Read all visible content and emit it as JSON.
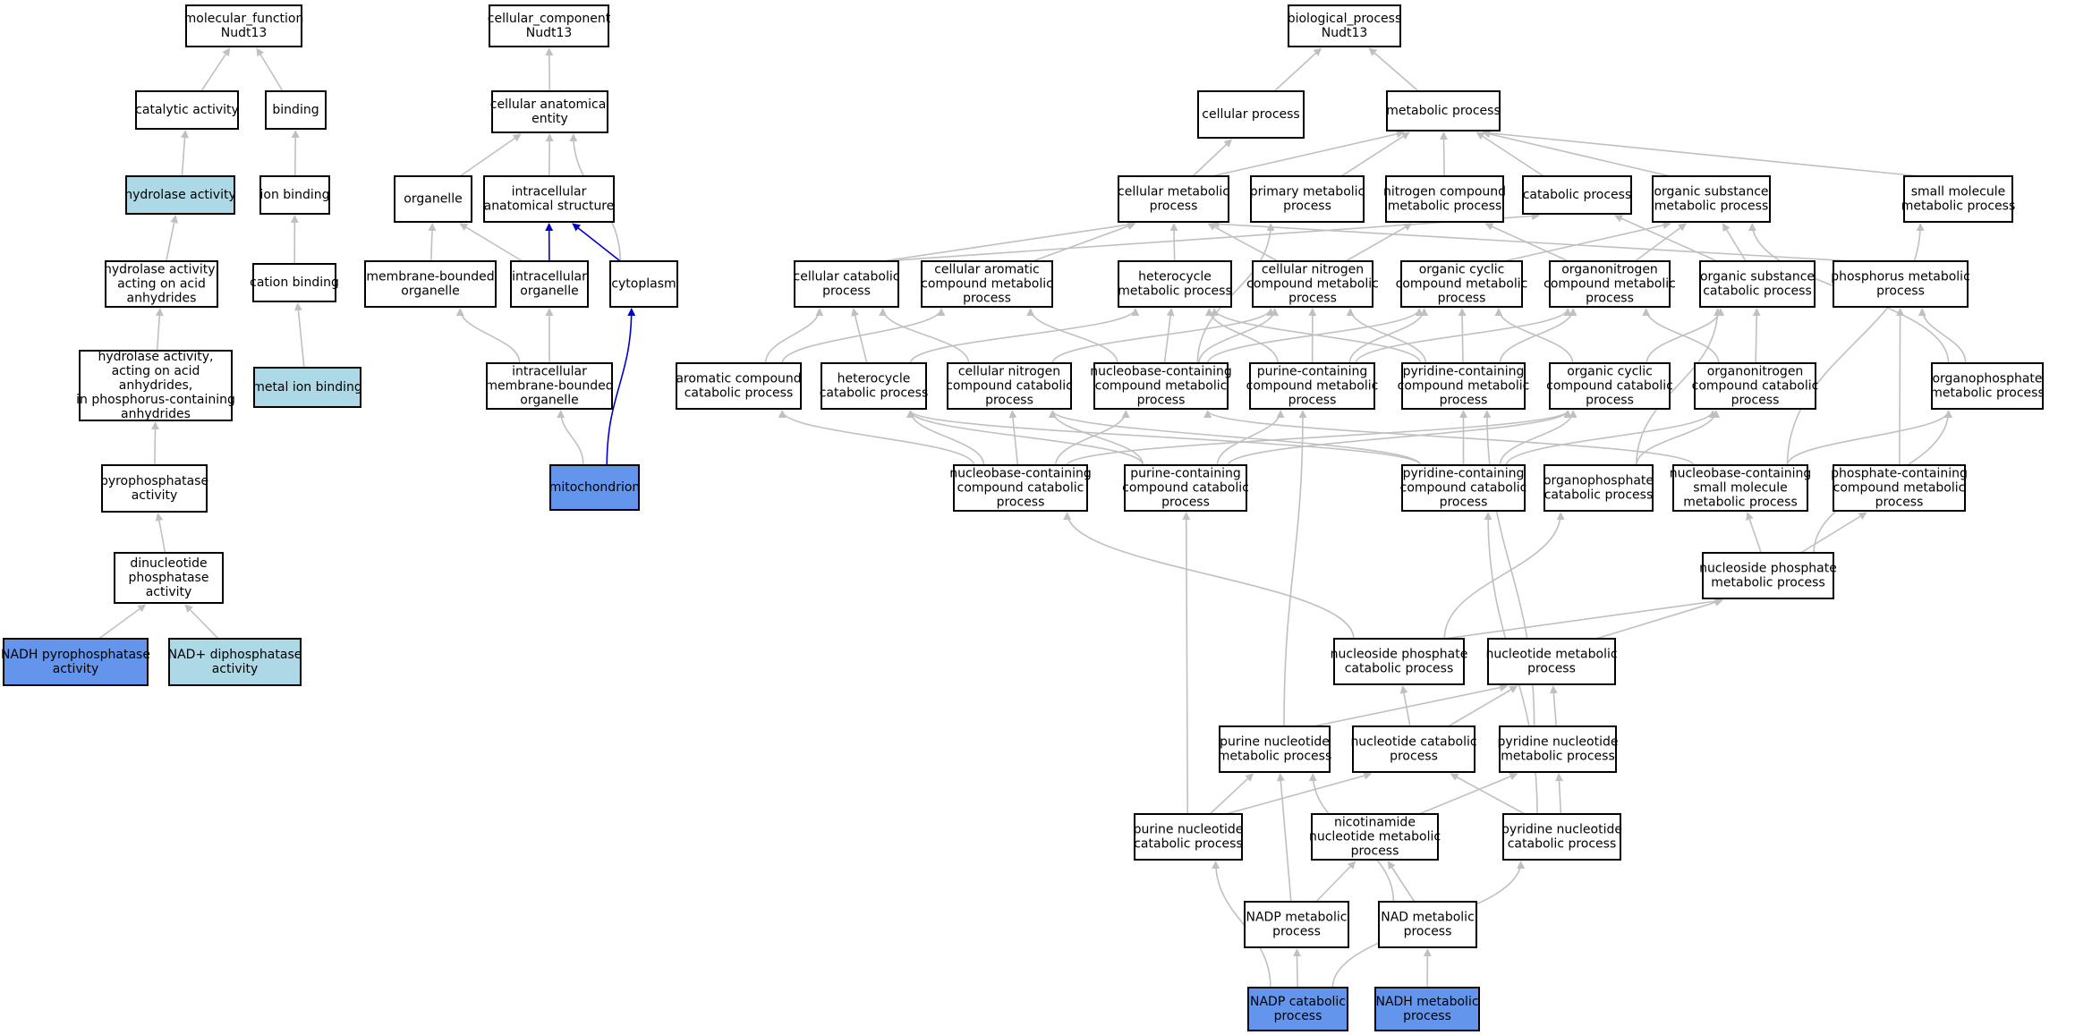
{
  "colors": {
    "default": "#ffffff",
    "light": "#add8e6",
    "highlight": "#6495ed",
    "edge_gray": "#c0c0c0",
    "edge_blue": "#0000cd"
  },
  "nodes": [
    {
      "id": "mf",
      "lines": [
        "molecular_function",
        "Nudt13"
      ],
      "fill": "default"
    },
    {
      "id": "catalytic",
      "lines": [
        "catalytic activity"
      ],
      "fill": "default"
    },
    {
      "id": "binding",
      "lines": [
        "binding"
      ],
      "fill": "default"
    },
    {
      "id": "hydrolase",
      "lines": [
        "hydrolase activity"
      ],
      "fill": "light"
    },
    {
      "id": "ionbinding",
      "lines": [
        "ion binding"
      ],
      "fill": "default"
    },
    {
      "id": "hydroacid",
      "lines": [
        "hydrolase activity,",
        "acting on acid",
        "anhydrides"
      ],
      "fill": "default"
    },
    {
      "id": "cationbinding",
      "lines": [
        "cation binding"
      ],
      "fill": "default"
    },
    {
      "id": "hydrophos",
      "lines": [
        "hydrolase activity,",
        "acting on acid",
        "anhydrides,",
        "in phosphorus-containing",
        "anhydrides"
      ],
      "fill": "default"
    },
    {
      "id": "metalion",
      "lines": [
        "metal ion binding"
      ],
      "fill": "light"
    },
    {
      "id": "pyrophos",
      "lines": [
        "pyrophosphatase",
        "activity"
      ],
      "fill": "default"
    },
    {
      "id": "dinuc",
      "lines": [
        "dinucleotide",
        "phosphatase",
        "activity"
      ],
      "fill": "default"
    },
    {
      "id": "nadhpyro",
      "lines": [
        "NADH pyrophosphatase",
        "activity"
      ],
      "fill": "highlight"
    },
    {
      "id": "naddiphos",
      "lines": [
        "NAD+ diphosphatase",
        "activity"
      ],
      "fill": "light"
    },
    {
      "id": "cc",
      "lines": [
        "cellular_component",
        "Nudt13"
      ],
      "fill": "default"
    },
    {
      "id": "cae",
      "lines": [
        "cellular anatomical",
        "entity"
      ],
      "fill": "default"
    },
    {
      "id": "organelle",
      "lines": [
        "organelle"
      ],
      "fill": "default"
    },
    {
      "id": "ias",
      "lines": [
        "intracellular",
        "anatomical structure"
      ],
      "fill": "default"
    },
    {
      "id": "mbo",
      "lines": [
        "membrane-bounded",
        "organelle"
      ],
      "fill": "default"
    },
    {
      "id": "io",
      "lines": [
        "intracellular",
        "organelle"
      ],
      "fill": "default"
    },
    {
      "id": "cytoplasm",
      "lines": [
        "cytoplasm"
      ],
      "fill": "default"
    },
    {
      "id": "imbo",
      "lines": [
        "intracellular",
        "membrane-bounded",
        "organelle"
      ],
      "fill": "default"
    },
    {
      "id": "mito",
      "lines": [
        "mitochondrion"
      ],
      "fill": "highlight"
    },
    {
      "id": "bp",
      "lines": [
        "biological_process",
        "Nudt13"
      ],
      "fill": "default"
    },
    {
      "id": "cellproc",
      "lines": [
        "cellular process"
      ],
      "fill": "default"
    },
    {
      "id": "metproc",
      "lines": [
        "metabolic process"
      ],
      "fill": "default"
    },
    {
      "id": "cellmet",
      "lines": [
        "cellular metabolic",
        "process"
      ],
      "fill": "default"
    },
    {
      "id": "primmet",
      "lines": [
        "primary metabolic",
        "process"
      ],
      "fill": "default"
    },
    {
      "id": "nitromet",
      "lines": [
        "nitrogen compound",
        "metabolic process"
      ],
      "fill": "default"
    },
    {
      "id": "catab",
      "lines": [
        "catabolic process"
      ],
      "fill": "default"
    },
    {
      "id": "orgsubmet",
      "lines": [
        "organic substance",
        "metabolic process"
      ],
      "fill": "default"
    },
    {
      "id": "smallmol",
      "lines": [
        "small molecule",
        "metabolic process"
      ],
      "fill": "default"
    },
    {
      "id": "cellcat",
      "lines": [
        "cellular catabolic",
        "process"
      ],
      "fill": "default"
    },
    {
      "id": "cellarom",
      "lines": [
        "cellular aromatic",
        "compound metabolic",
        "process"
      ],
      "fill": "default"
    },
    {
      "id": "hetmet",
      "lines": [
        "heterocycle",
        "metabolic process"
      ],
      "fill": "default"
    },
    {
      "id": "cellnitmet",
      "lines": [
        "cellular nitrogen",
        "compound metabolic",
        "process"
      ],
      "fill": "default"
    },
    {
      "id": "orgcycmet",
      "lines": [
        "organic cyclic",
        "compound metabolic",
        "process"
      ],
      "fill": "default"
    },
    {
      "id": "orgnitmet",
      "lines": [
        "organonitrogen",
        "compound metabolic",
        "process"
      ],
      "fill": "default"
    },
    {
      "id": "orgsubcat",
      "lines": [
        "organic substance",
        "catabolic process"
      ],
      "fill": "default"
    },
    {
      "id": "phosmet",
      "lines": [
        "phosphorus metabolic",
        "process"
      ],
      "fill": "default"
    },
    {
      "id": "aromcat",
      "lines": [
        "aromatic compound",
        "catabolic process"
      ],
      "fill": "default"
    },
    {
      "id": "hetcat",
      "lines": [
        "heterocycle",
        "catabolic process"
      ],
      "fill": "default"
    },
    {
      "id": "cellnitcat",
      "lines": [
        "cellular nitrogen",
        "compound catabolic",
        "process"
      ],
      "fill": "default"
    },
    {
      "id": "nbcmet",
      "lines": [
        "nucleobase-containing",
        "compound metabolic",
        "process"
      ],
      "fill": "default"
    },
    {
      "id": "purcmet",
      "lines": [
        "purine-containing",
        "compound metabolic",
        "process"
      ],
      "fill": "default"
    },
    {
      "id": "pyrcmet",
      "lines": [
        "pyridine-containing",
        "compound metabolic",
        "process"
      ],
      "fill": "default"
    },
    {
      "id": "orgcyccat",
      "lines": [
        "organic cyclic",
        "compound catabolic",
        "process"
      ],
      "fill": "default"
    },
    {
      "id": "orgnitcat",
      "lines": [
        "organonitrogen",
        "compound catabolic",
        "process"
      ],
      "fill": "default"
    },
    {
      "id": "orgphosmet",
      "lines": [
        "organophosphate",
        "metabolic process"
      ],
      "fill": "default"
    },
    {
      "id": "nbccat",
      "lines": [
        "nucleobase-containing",
        "compound catabolic",
        "process"
      ],
      "fill": "default"
    },
    {
      "id": "purccat",
      "lines": [
        "purine-containing",
        "compound catabolic",
        "process"
      ],
      "fill": "default"
    },
    {
      "id": "pyrccat",
      "lines": [
        "pyridine-containing",
        "compound catabolic",
        "process"
      ],
      "fill": "default"
    },
    {
      "id": "orgphoscat",
      "lines": [
        "organophosphate",
        "catabolic process"
      ],
      "fill": "default"
    },
    {
      "id": "nbcsmall",
      "lines": [
        "nucleobase-containing",
        "small molecule",
        "metabolic process"
      ],
      "fill": "default"
    },
    {
      "id": "phoscmet",
      "lines": [
        "phosphate-containing",
        "compound metabolic",
        "process"
      ],
      "fill": "default"
    },
    {
      "id": "nucphosmet",
      "lines": [
        "nucleoside phosphate",
        "metabolic process"
      ],
      "fill": "default"
    },
    {
      "id": "nucphoscat",
      "lines": [
        "nucleoside phosphate",
        "catabolic process"
      ],
      "fill": "default"
    },
    {
      "id": "nucmet",
      "lines": [
        "nucleotide metabolic",
        "process"
      ],
      "fill": "default"
    },
    {
      "id": "purnucmet",
      "lines": [
        "purine nucleotide",
        "metabolic process"
      ],
      "fill": "default"
    },
    {
      "id": "nuccat",
      "lines": [
        "nucleotide catabolic",
        "process"
      ],
      "fill": "default"
    },
    {
      "id": "pyrnucmet",
      "lines": [
        "pyridine nucleotide",
        "metabolic process"
      ],
      "fill": "default"
    },
    {
      "id": "purnuccat",
      "lines": [
        "purine nucleotide",
        "catabolic process"
      ],
      "fill": "default"
    },
    {
      "id": "nicotin",
      "lines": [
        "nicotinamide",
        "nucleotide metabolic",
        "process"
      ],
      "fill": "default"
    },
    {
      "id": "pyrnuccat",
      "lines": [
        "pyridine nucleotide",
        "catabolic process"
      ],
      "fill": "default"
    },
    {
      "id": "nadpmet",
      "lines": [
        "NADP metabolic",
        "process"
      ],
      "fill": "default"
    },
    {
      "id": "nadmet",
      "lines": [
        "NAD metabolic",
        "process"
      ],
      "fill": "default"
    },
    {
      "id": "nadpcat",
      "lines": [
        "NADP catabolic",
        "process"
      ],
      "fill": "highlight"
    },
    {
      "id": "nadhmet",
      "lines": [
        "NADH metabolic",
        "process"
      ],
      "fill": "highlight"
    }
  ],
  "edges": [
    {
      "from": "catalytic",
      "to": "mf"
    },
    {
      "from": "binding",
      "to": "mf"
    },
    {
      "from": "hydrolase",
      "to": "catalytic"
    },
    {
      "from": "ionbinding",
      "to": "binding"
    },
    {
      "from": "hydroacid",
      "to": "hydrolase"
    },
    {
      "from": "cationbinding",
      "to": "ionbinding"
    },
    {
      "from": "hydrophos",
      "to": "hydroacid"
    },
    {
      "from": "metalion",
      "to": "cationbinding"
    },
    {
      "from": "pyrophos",
      "to": "hydrophos"
    },
    {
      "from": "dinuc",
      "to": "pyrophos"
    },
    {
      "from": "nadhpyro",
      "to": "dinuc"
    },
    {
      "from": "naddiphos",
      "to": "dinuc"
    },
    {
      "from": "cae",
      "to": "cc"
    },
    {
      "from": "organelle",
      "to": "cae"
    },
    {
      "from": "ias",
      "to": "cae"
    },
    {
      "from": "cytoplasm",
      "to": "cae"
    },
    {
      "from": "mbo",
      "to": "organelle"
    },
    {
      "from": "io",
      "to": "organelle"
    },
    {
      "from": "io",
      "to": "ias",
      "style": "blue"
    },
    {
      "from": "cytoplasm",
      "to": "ias",
      "style": "blue"
    },
    {
      "from": "imbo",
      "to": "mbo"
    },
    {
      "from": "imbo",
      "to": "io"
    },
    {
      "from": "mito",
      "to": "imbo"
    },
    {
      "from": "mito",
      "to": "cytoplasm",
      "style": "blue"
    },
    {
      "from": "cellproc",
      "to": "bp"
    },
    {
      "from": "metproc",
      "to": "bp"
    },
    {
      "from": "cellmet",
      "to": "cellproc"
    },
    {
      "from": "cellmet",
      "to": "metproc"
    },
    {
      "from": "primmet",
      "to": "metproc"
    },
    {
      "from": "nitromet",
      "to": "metproc"
    },
    {
      "from": "catab",
      "to": "metproc"
    },
    {
      "from": "orgsubmet",
      "to": "metproc"
    },
    {
      "from": "smallmol",
      "to": "metproc"
    },
    {
      "from": "cellcat",
      "to": "cellmet"
    },
    {
      "from": "cellcat",
      "to": "catab"
    },
    {
      "from": "cellarom",
      "to": "cellmet"
    },
    {
      "from": "hetmet",
      "to": "cellmet"
    },
    {
      "from": "cellnitmet",
      "to": "cellmet"
    },
    {
      "from": "cellnitmet",
      "to": "nitromet"
    },
    {
      "from": "orgcycmet",
      "to": "orgsubmet"
    },
    {
      "from": "orgnitmet",
      "to": "orgsubmet"
    },
    {
      "from": "orgnitmet",
      "to": "nitromet"
    },
    {
      "from": "orgsubcat",
      "to": "orgsubmet"
    },
    {
      "from": "orgsubcat",
      "to": "catab"
    },
    {
      "from": "phosmet",
      "to": "cellmet"
    },
    {
      "from": "aromcat",
      "to": "cellcat"
    },
    {
      "from": "aromcat",
      "to": "cellarom"
    },
    {
      "from": "hetcat",
      "to": "cellcat"
    },
    {
      "from": "hetcat",
      "to": "hetmet"
    },
    {
      "from": "cellnitcat",
      "to": "cellcat"
    },
    {
      "from": "cellnitcat",
      "to": "cellnitmet"
    },
    {
      "from": "nbcmet",
      "to": "cellarom"
    },
    {
      "from": "nbcmet",
      "to": "hetmet"
    },
    {
      "from": "nbcmet",
      "to": "cellnitmet"
    },
    {
      "from": "nbcmet",
      "to": "orgcycmet"
    },
    {
      "from": "nbcmet",
      "to": "primmet"
    },
    {
      "from": "purcmet",
      "to": "hetmet"
    },
    {
      "from": "purcmet",
      "to": "cellnitmet"
    },
    {
      "from": "purcmet",
      "to": "orgcycmet"
    },
    {
      "from": "purcmet",
      "to": "orgnitmet"
    },
    {
      "from": "pyrcmet",
      "to": "hetmet"
    },
    {
      "from": "pyrcmet",
      "to": "cellnitmet"
    },
    {
      "from": "pyrcmet",
      "to": "orgcycmet"
    },
    {
      "from": "pyrcmet",
      "to": "orgnitmet"
    },
    {
      "from": "orgcyccat",
      "to": "orgcycmet"
    },
    {
      "from": "orgcyccat",
      "to": "orgsubcat"
    },
    {
      "from": "orgnitcat",
      "to": "orgnitmet"
    },
    {
      "from": "orgnitcat",
      "to": "orgsubcat"
    },
    {
      "from": "orgphosmet",
      "to": "phosmet"
    },
    {
      "from": "orgphosmet",
      "to": "orgsubmet"
    },
    {
      "from": "nbccat",
      "to": "aromcat"
    },
    {
      "from": "nbccat",
      "to": "hetcat"
    },
    {
      "from": "nbccat",
      "to": "cellnitcat"
    },
    {
      "from": "nbccat",
      "to": "nbcmet"
    },
    {
      "from": "nbccat",
      "to": "orgcyccat"
    },
    {
      "from": "purccat",
      "to": "hetcat"
    },
    {
      "from": "purccat",
      "to": "purcmet"
    },
    {
      "from": "purccat",
      "to": "orgcyccat"
    },
    {
      "from": "purccat",
      "to": "cellnitcat"
    },
    {
      "from": "pyrccat",
      "to": "hetcat"
    },
    {
      "from": "pyrccat",
      "to": "pyrcmet"
    },
    {
      "from": "pyrccat",
      "to": "orgcyccat"
    },
    {
      "from": "pyrccat",
      "to": "orgnitcat"
    },
    {
      "from": "pyrccat",
      "to": "cellnitcat"
    },
    {
      "from": "orgphoscat",
      "to": "orgnitcat"
    },
    {
      "from": "orgphoscat",
      "to": "orgsubcat"
    },
    {
      "from": "nbcsmall",
      "to": "smallmol"
    },
    {
      "from": "nbcsmall",
      "to": "nbcmet"
    },
    {
      "from": "nbcsmall",
      "to": "orgphosmet"
    },
    {
      "from": "phoscmet",
      "to": "phosmet"
    },
    {
      "from": "nucphosmet",
      "to": "nbcsmall"
    },
    {
      "from": "nucphosmet",
      "to": "phoscmet"
    },
    {
      "from": "nucphosmet",
      "to": "orgphosmet"
    },
    {
      "from": "nucphoscat",
      "to": "nucphosmet"
    },
    {
      "from": "nucphoscat",
      "to": "nbccat"
    },
    {
      "from": "nucphoscat",
      "to": "orgphoscat"
    },
    {
      "from": "nucmet",
      "to": "nucphosmet"
    },
    {
      "from": "purnucmet",
      "to": "nucmet"
    },
    {
      "from": "purnucmet",
      "to": "purcmet"
    },
    {
      "from": "nuccat",
      "to": "nucmet"
    },
    {
      "from": "nuccat",
      "to": "nucphoscat"
    },
    {
      "from": "pyrnucmet",
      "to": "nucmet"
    },
    {
      "from": "pyrnucmet",
      "to": "pyrcmet"
    },
    {
      "from": "purnuccat",
      "to": "purnucmet"
    },
    {
      "from": "purnuccat",
      "to": "nuccat"
    },
    {
      "from": "purnuccat",
      "to": "purccat"
    },
    {
      "from": "nicotin",
      "to": "pyrnucmet"
    },
    {
      "from": "pyrnuccat",
      "to": "pyrnucmet"
    },
    {
      "from": "pyrnuccat",
      "to": "nuccat"
    },
    {
      "from": "pyrnuccat",
      "to": "pyrccat"
    },
    {
      "from": "nadpmet",
      "to": "nicotin"
    },
    {
      "from": "nadpmet",
      "to": "purnucmet"
    },
    {
      "from": "nadmet",
      "to": "nicotin"
    },
    {
      "from": "nadmet",
      "to": "purnucmet"
    },
    {
      "from": "nadpcat",
      "to": "nadpmet"
    },
    {
      "from": "nadpcat",
      "to": "purnuccat"
    },
    {
      "from": "nadpcat",
      "to": "pyrnuccat"
    },
    {
      "from": "nadhmet",
      "to": "nadmet"
    }
  ]
}
